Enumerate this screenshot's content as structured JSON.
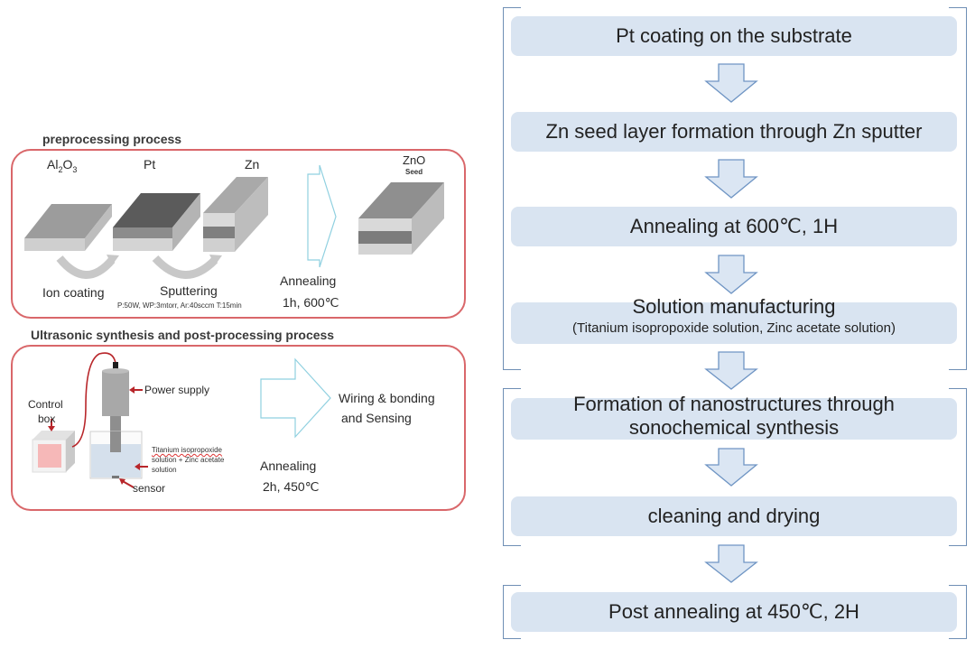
{
  "left": {
    "preprocessing": {
      "title": "preprocessing process",
      "materials": {
        "al2o3_base": "Al",
        "al2o3_sub1": "2",
        "al2o3_mid": "O",
        "al2o3_sub2": "3",
        "pt": "Pt",
        "zn": "Zn",
        "zno": "ZnO",
        "zno_sub": "Seed"
      },
      "steps": {
        "ion_coating": "Ion coating",
        "sputtering": "Sputtering",
        "sputtering_params": "P:50W, WP:3mtorr, Ar:40sccm T:15min",
        "annealing": "Annealing",
        "annealing_params": "1h, 600℃"
      }
    },
    "ultrasonic": {
      "title": "Ultrasonic synthesis and post-processing process",
      "labels": {
        "control_box_line1": "Control",
        "control_box_line2": "box",
        "power_supply": "Power supply",
        "solution_line1": "Titanium isopropoxide",
        "solution_line2": "solution + Zinc acetate",
        "solution_line3": "solution",
        "sensor": "sensor",
        "annealing": "Annealing",
        "annealing_params": "2h, 450℃",
        "wiring_line1": "Wiring & bonding",
        "wiring_line2": "and Sensing"
      }
    }
  },
  "flow": {
    "steps": [
      {
        "text": "Pt coating on the substrate"
      },
      {
        "text": "Zn seed layer formation through Zn sputter"
      },
      {
        "text": "Annealing at 600℃, 1H"
      },
      {
        "text": "Solution manufacturing",
        "sub": "(Titanium isopropoxide solution, Zinc acetate solution)"
      },
      {
        "text": "Formation of nanostructures through",
        "text2": "sonochemical synthesis"
      },
      {
        "text": "cleaning and drying"
      },
      {
        "text": "Post annealing at 450℃, 2H"
      }
    ]
  },
  "colors": {
    "panel_border": "#d9676a",
    "step_fill": "#d9e4f1",
    "arrow_stroke": "#6f95c4",
    "bracket": "#6f8fb5"
  }
}
